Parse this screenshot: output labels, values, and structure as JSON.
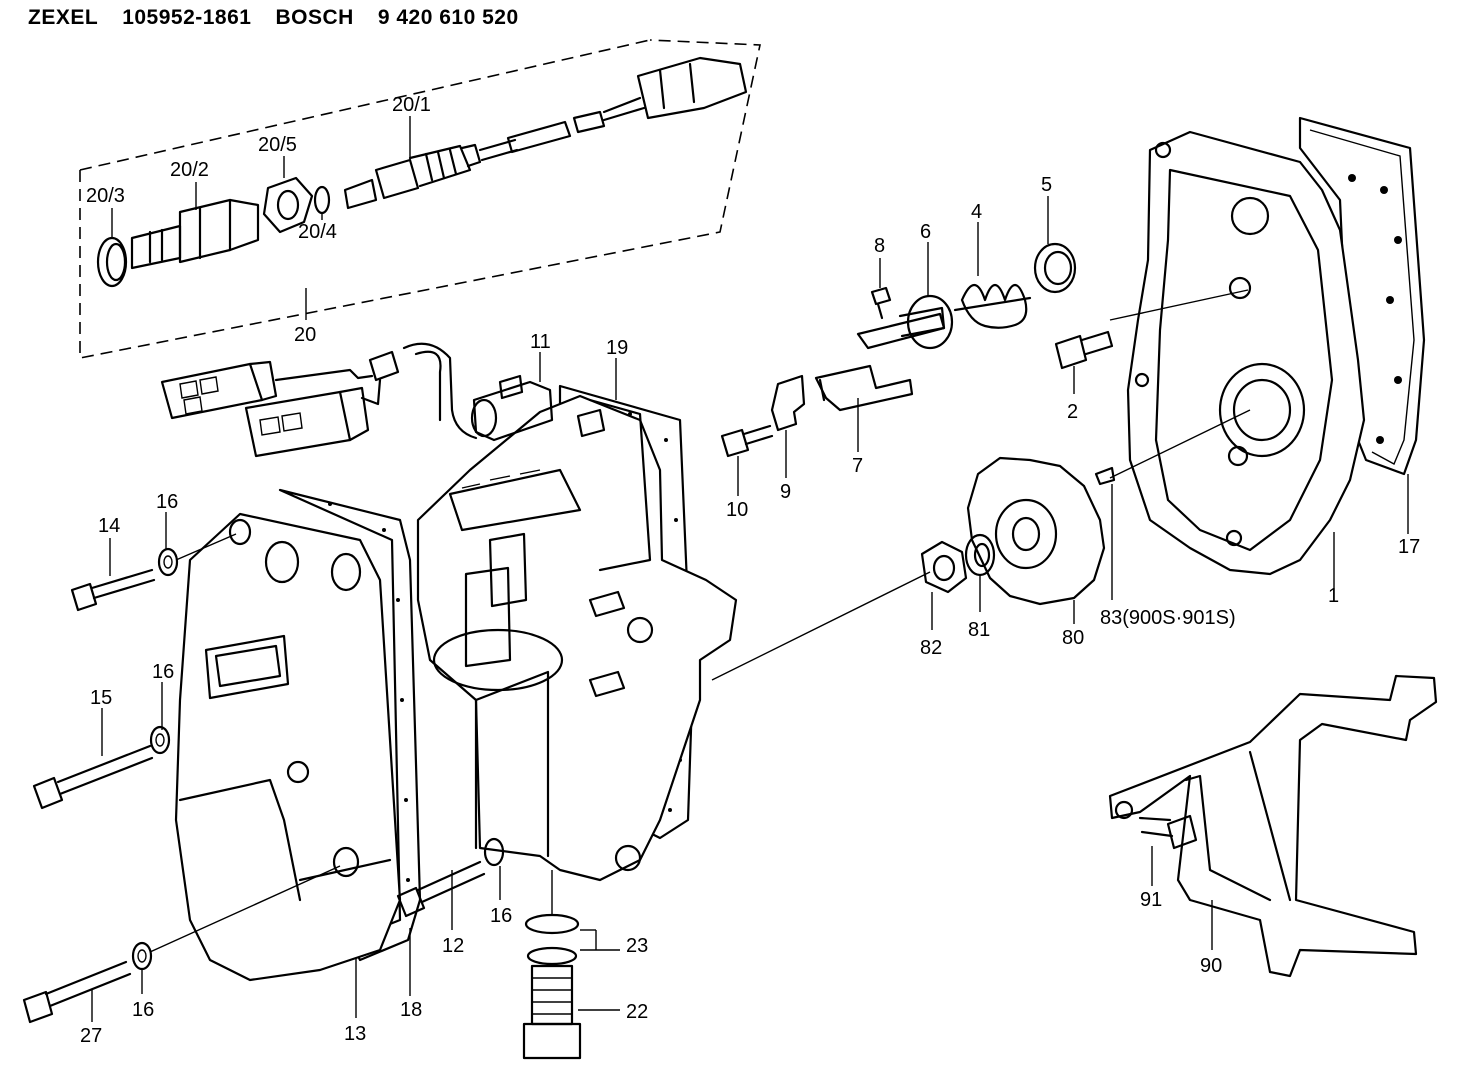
{
  "header": {
    "brand1": "ZEXEL",
    "part1": "105952-1861",
    "brand2": "BOSCH",
    "part2": "9 420 610 520"
  },
  "labels": {
    "l20_3": "20/3",
    "l20_2": "20/2",
    "l20_5": "20/5",
    "l20_1": "20/1",
    "l20_4": "20/4",
    "l20": "20",
    "l8": "8",
    "l6": "6",
    "l4": "4",
    "l5": "5",
    "l2": "2",
    "l11": "11",
    "l19": "19",
    "l10": "10",
    "l9": "9",
    "l7": "7",
    "l17": "17",
    "l1": "1",
    "l14": "14",
    "l16a": "16",
    "l16b": "16",
    "l15": "15",
    "l82": "82",
    "l81": "81",
    "l80": "80",
    "l83": "83(900S·901S)",
    "l27": "27",
    "l16c": "16",
    "l13": "13",
    "l18": "18",
    "l12": "12",
    "l16d": "16",
    "l23": "23",
    "l22": "22",
    "l91": "91",
    "l90": "90"
  }
}
